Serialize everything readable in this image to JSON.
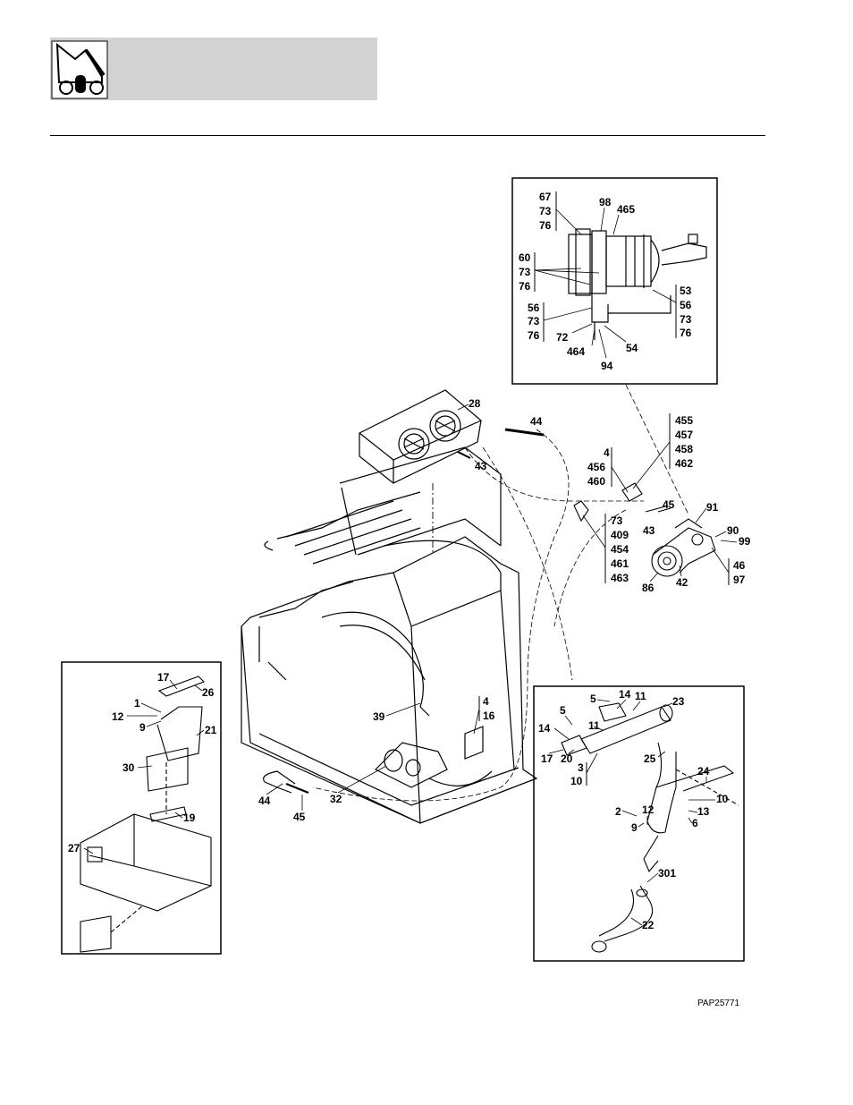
{
  "header": {
    "logo_icon": "skid-steer-loader-icon",
    "background": "#d3d3d3"
  },
  "figure_code": "PAP25771",
  "callouts": {
    "top_inset": [
      "67",
      "73",
      "76",
      "98",
      "465",
      "60",
      "73",
      "76",
      "56",
      "73",
      "76",
      "72",
      "464",
      "94",
      "54",
      "53",
      "56",
      "73",
      "76"
    ],
    "main": [
      "28",
      "44",
      "43",
      "455",
      "457",
      "458",
      "462",
      "4",
      "456",
      "460",
      "45",
      "43",
      "91",
      "90",
      "99",
      "73",
      "409",
      "454",
      "461",
      "463",
      "46",
      "97",
      "86",
      "42",
      "4",
      "16",
      "39",
      "32",
      "44",
      "45"
    ],
    "left_inset": [
      "17",
      "26",
      "1",
      "12",
      "9",
      "21",
      "30",
      "19",
      "27"
    ],
    "right_inset": [
      "5",
      "14",
      "11",
      "23",
      "5",
      "14",
      "11",
      "17",
      "20",
      "3",
      "10",
      "25",
      "24",
      "10",
      "13",
      "6",
      "2",
      "12",
      "9",
      "301",
      "22"
    ]
  }
}
